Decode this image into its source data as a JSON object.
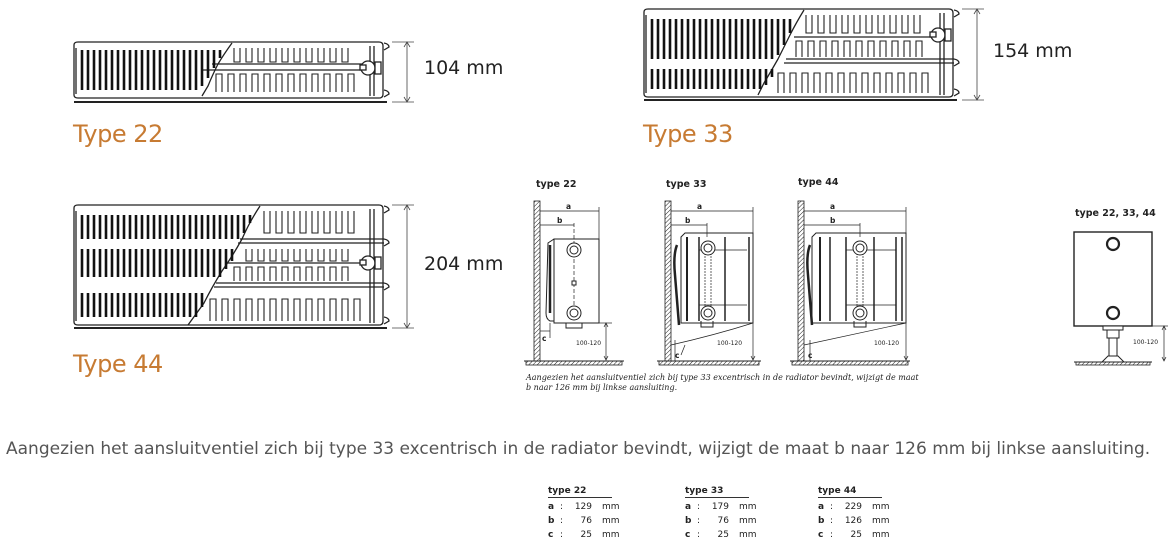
{
  "radiators": [
    {
      "type_label": "Type 22",
      "height_label": "104 mm"
    },
    {
      "type_label": "Type 33",
      "height_label": "154 mm"
    },
    {
      "type_label": "Type 44",
      "height_label": "204 mm"
    }
  ],
  "side_views": [
    {
      "title": "type 22",
      "a": "a",
      "b": "b",
      "c": "c",
      "floor_gap": "100-120"
    },
    {
      "title": "type 33",
      "a": "a",
      "b": "b",
      "c": "c",
      "floor_gap": "100-120"
    },
    {
      "title": "type 44",
      "a": "a",
      "b": "b",
      "c": "c",
      "floor_gap": "100-120"
    },
    {
      "title": "type 22, 33, 44",
      "floor_gap": "100-120"
    }
  ],
  "small_caption": "Aangezien het aansluitventiel zich bij type 33 excentrisch in de radiator bevindt, wijzigt de maat b naar 126 mm bij linkse aansluiting.",
  "note": "Aangezien het aansluitventiel zich bij type 33 excentrisch in de radiator bevindt, wijzigt de maat b naar 126 mm bij linkse aansluiting.",
  "spec_tables": [
    {
      "title": "type 22",
      "rows": [
        {
          "key": "a",
          "value": "129",
          "unit": "mm"
        },
        {
          "key": "b",
          "value": "76",
          "unit": "mm"
        },
        {
          "key": "c",
          "value": "25",
          "unit": "mm"
        }
      ]
    },
    {
      "title": "type 33",
      "rows": [
        {
          "key": "a",
          "value": "179",
          "unit": "mm"
        },
        {
          "key": "b",
          "value": "76",
          "unit": "mm"
        },
        {
          "key": "c",
          "value": "25",
          "unit": "mm"
        }
      ]
    },
    {
      "title": "type 44",
      "rows": [
        {
          "key": "a",
          "value": "229",
          "unit": "mm"
        },
        {
          "key": "b",
          "value": "126",
          "unit": "mm"
        },
        {
          "key": "c",
          "value": "25",
          "unit": "mm"
        }
      ]
    }
  ],
  "colors": {
    "accent_orange": "#c77b33",
    "line": "#222222",
    "note_text": "#555555"
  }
}
